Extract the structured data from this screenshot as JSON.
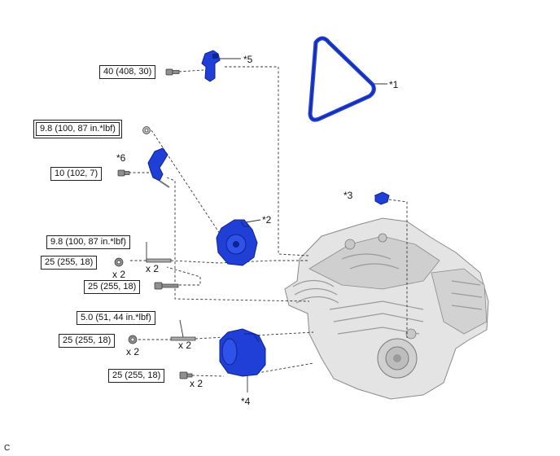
{
  "torque_labels": {
    "t_40": "40 (408, 30)",
    "t_98a": "9.8 (100, 87 in.*lbf)",
    "t_10": "10 (102, 7)",
    "t_98b": "9.8 (100, 87 in.*lbf)",
    "t_25a": "25 (255, 18)",
    "t_25b": "25 (255, 18)",
    "t_50": "5.0 (51, 44 in.*lbf)",
    "t_25c": "25 (255, 18)",
    "t_25d": "25 (255, 18)"
  },
  "callouts": {
    "c1": "*1",
    "c2": "*2",
    "c3": "*3",
    "c4": "*4",
    "c5": "*5",
    "c6": "*6"
  },
  "quantities": {
    "q1": "x 2",
    "q2": "x 2",
    "q3": "x 2",
    "q4": "x 2",
    "q5": "x 2"
  },
  "footer_code": "C",
  "colors": {
    "part_blue": "#1f3fd6",
    "part_dark": "#0f238f",
    "engine_gray": "#d7d7d7",
    "line": "#333333"
  }
}
